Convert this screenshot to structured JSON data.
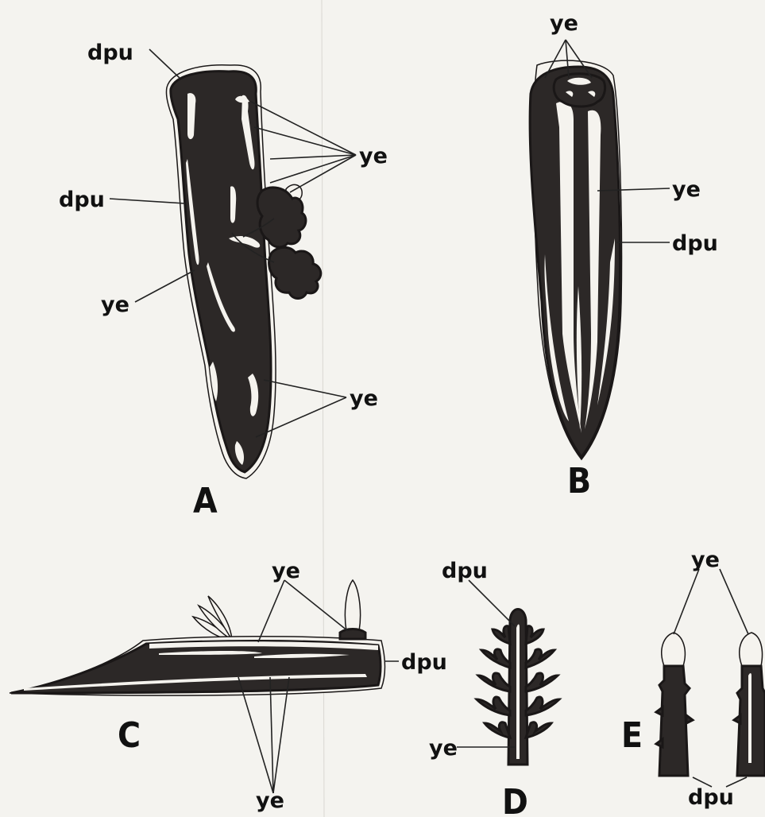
{
  "labels": {
    "dpu": "dpu",
    "ye": "ye"
  },
  "panels": {
    "a": "A",
    "b": "B",
    "c": "C",
    "d": "D",
    "e": "E"
  },
  "colors": {
    "background": "#f4f3ef",
    "body": "#2c2827",
    "pale": "#f5f3ee"
  }
}
